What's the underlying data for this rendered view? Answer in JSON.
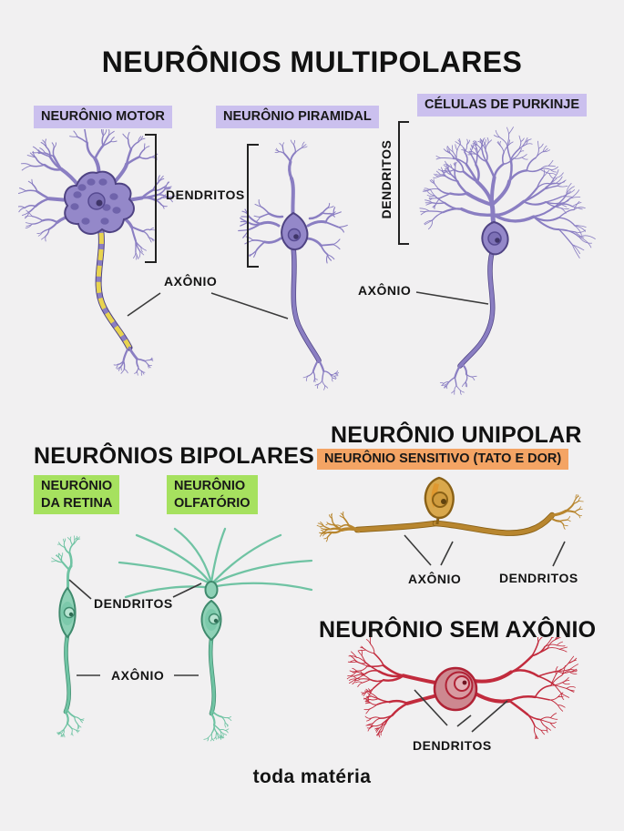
{
  "background": "#f1f0f1",
  "title": "NEURÔNIOS MULTIPOLARES",
  "multipolar": {
    "types": [
      {
        "label": "NEURÔNIO MOTOR"
      },
      {
        "label": "NEURÔNIO PIRAMIDAL"
      },
      {
        "label": "CÉLULAS DE PURKINJE"
      }
    ],
    "dendritos_label": "DENDRITOS",
    "axonio_label": "AXÔNIO",
    "purkinje_dendritos_label": "DENDRITOS",
    "purkinje_axonio_label": "AXÔNIO"
  },
  "bipolar": {
    "heading": "NEURÔNIOS BIPOLARES",
    "types": [
      {
        "line1": "NEURÔNIO",
        "line2": "DA RETINA"
      },
      {
        "line1": "NEURÔNIO",
        "line2": "OLFATÓRIO"
      }
    ],
    "dendritos_label": "DENDRITOS",
    "axonio_label": "AXÔNIO"
  },
  "unipolar": {
    "heading": "NEURÔNIO UNIPOLAR",
    "subtitle": "NEURÔNIO SENSITIVO (TATO E DOR)",
    "axonio_label": "AXÔNIO",
    "dendritos_label": "DENDRITOS"
  },
  "sem_axonio": {
    "heading": "NEURÔNIO SEM AXÔNIO",
    "dendritos_label": "DENDRITOS"
  },
  "footer": {
    "logo": "toda matéria"
  },
  "colors": {
    "highlight_lavender": "#cbc0ee",
    "highlight_green": "#a6e15f",
    "highlight_orange": "#f4a464",
    "annotation_line": "#3a3a3a",
    "neuron_purple": "#8a7ec2",
    "neuron_purple_dark": "#4f4383",
    "neuron_teal": "#6fc3a3",
    "neuron_teal_dark": "#3f8a6d",
    "neuron_gold": "#b8862f",
    "neuron_gold_dark": "#8a6116",
    "neuron_red": "#c22b3d",
    "myelin_yellow": "#e8d44f"
  }
}
